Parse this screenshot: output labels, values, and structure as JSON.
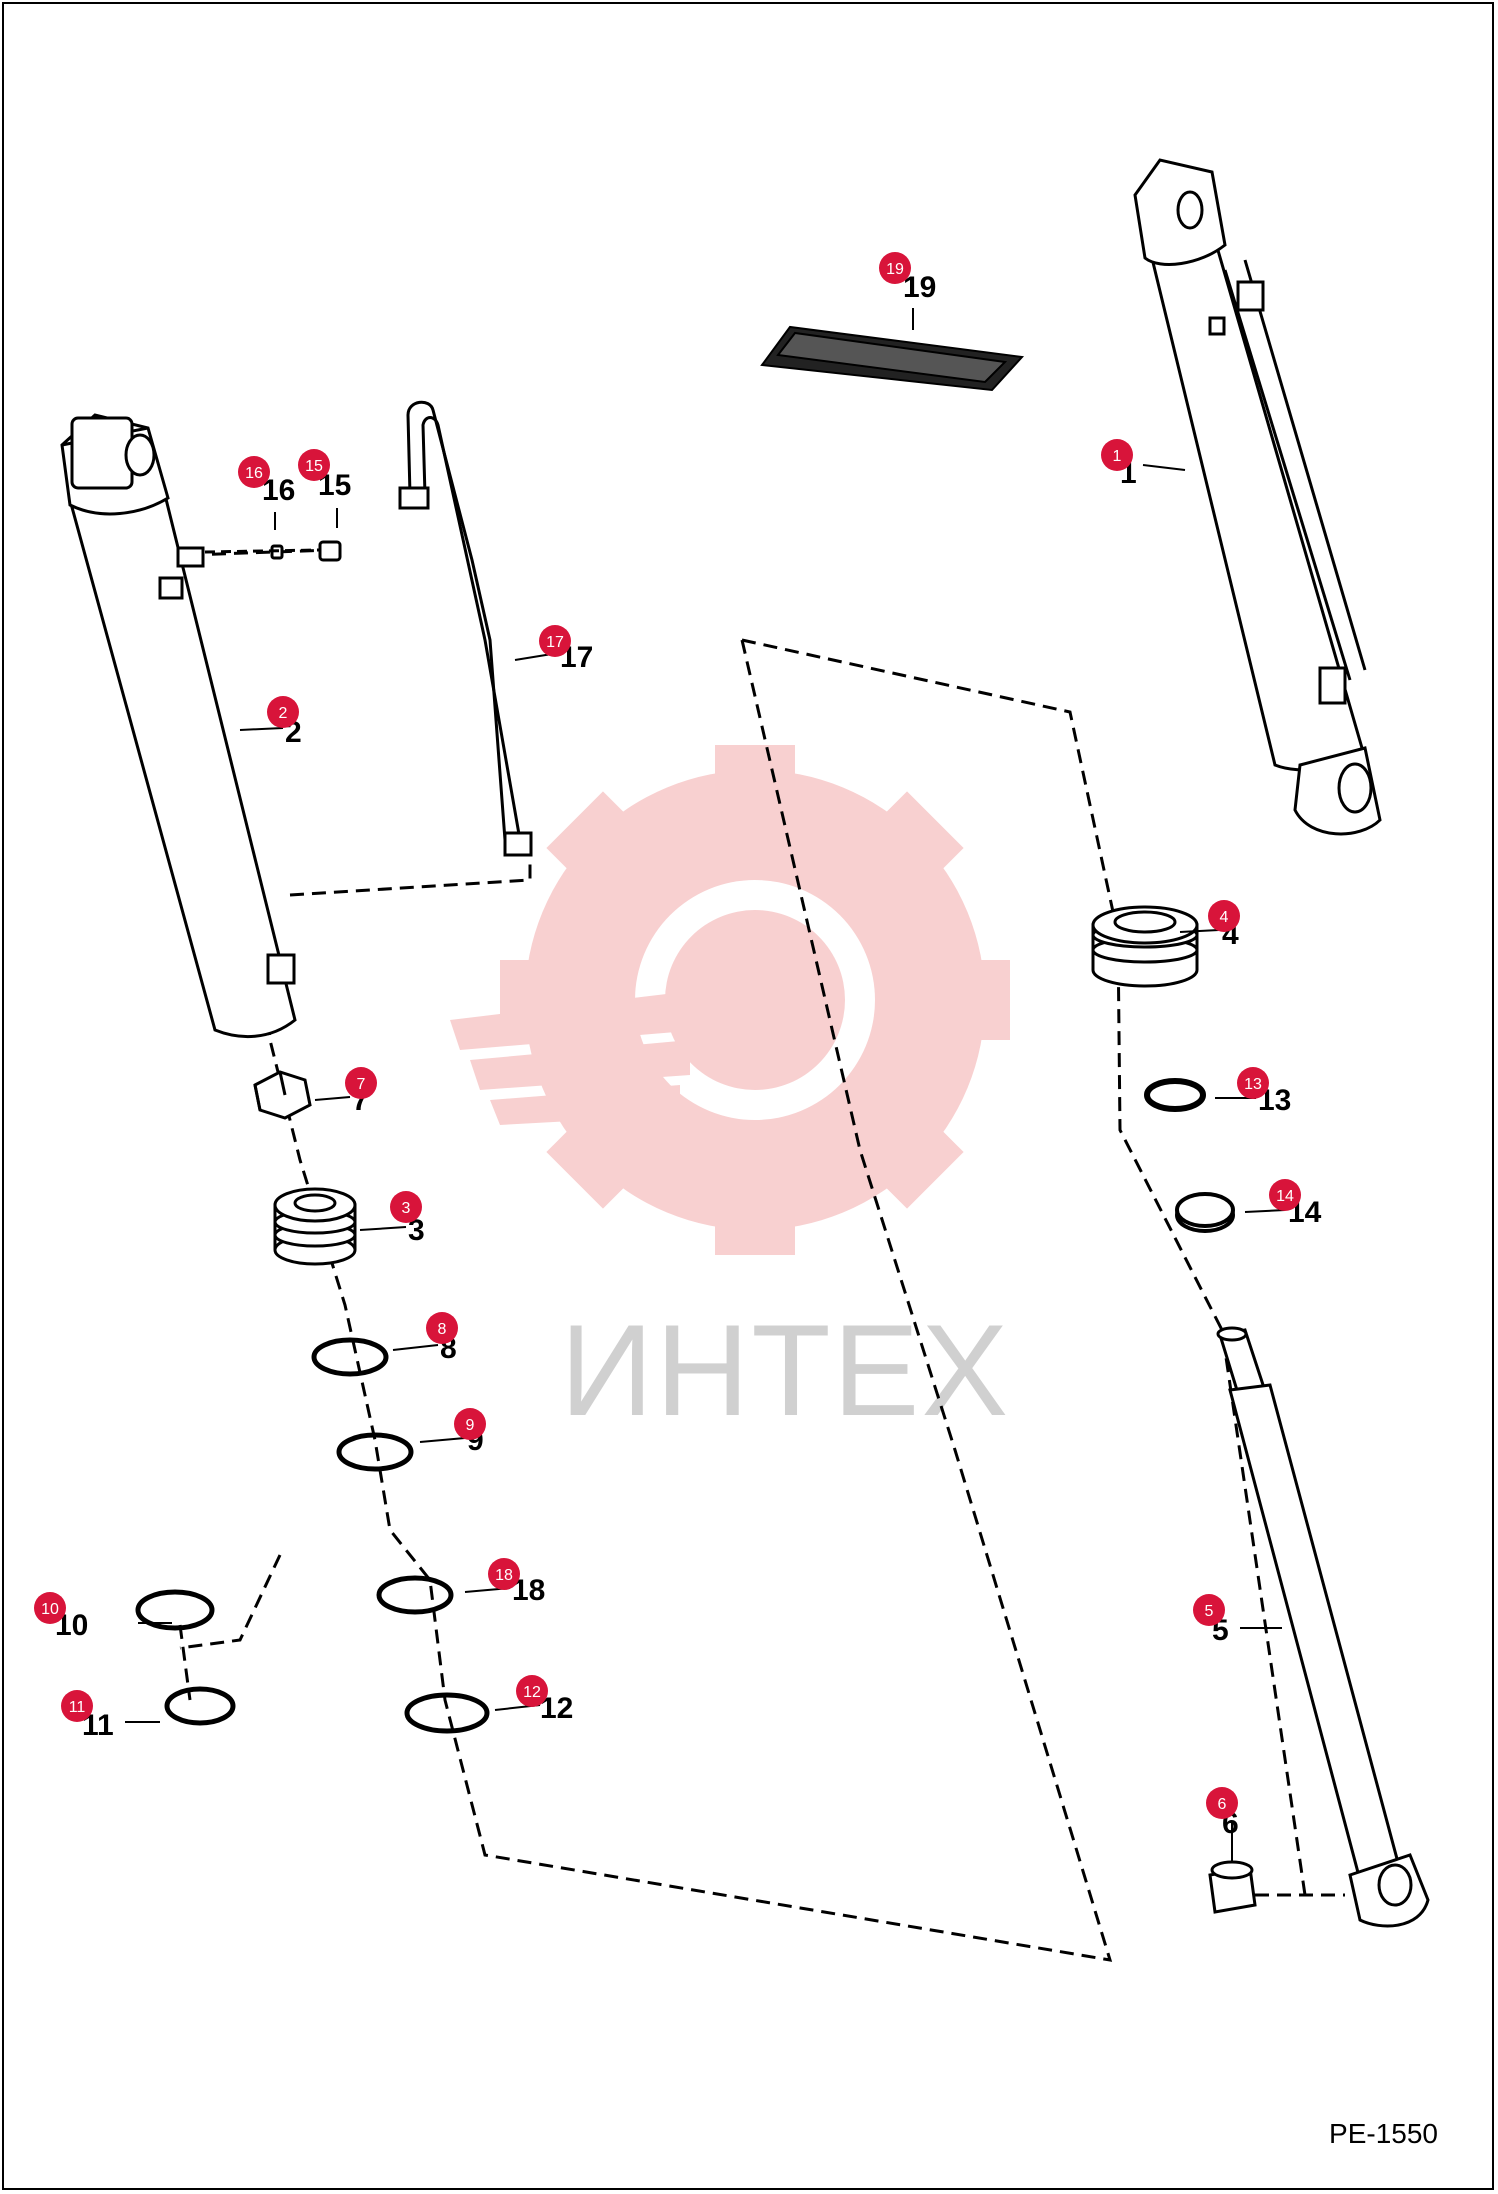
{
  "watermark": {
    "text": "ИНТЕХ",
    "gear_color": "#f7c8c8",
    "text_color": "#d0d0d0"
  },
  "diagram_code": "PE-1550",
  "badge_color": "#d8143a",
  "parts": [
    {
      "id": "1",
      "label": "1"
    },
    {
      "id": "2",
      "label": "2"
    },
    {
      "id": "3",
      "label": "3"
    },
    {
      "id": "4",
      "label": "4"
    },
    {
      "id": "5",
      "label": "5"
    },
    {
      "id": "6",
      "label": "6"
    },
    {
      "id": "7",
      "label": "7"
    },
    {
      "id": "8",
      "label": "8"
    },
    {
      "id": "9",
      "label": "9"
    },
    {
      "id": "10",
      "label": "10"
    },
    {
      "id": "11",
      "label": "11"
    },
    {
      "id": "12",
      "label": "12"
    },
    {
      "id": "13",
      "label": "13"
    },
    {
      "id": "14",
      "label": "14"
    },
    {
      "id": "15",
      "label": "15"
    },
    {
      "id": "16",
      "label": "16"
    },
    {
      "id": "17",
      "label": "17"
    },
    {
      "id": "18",
      "label": "18"
    },
    {
      "id": "19",
      "label": "19"
    }
  ]
}
